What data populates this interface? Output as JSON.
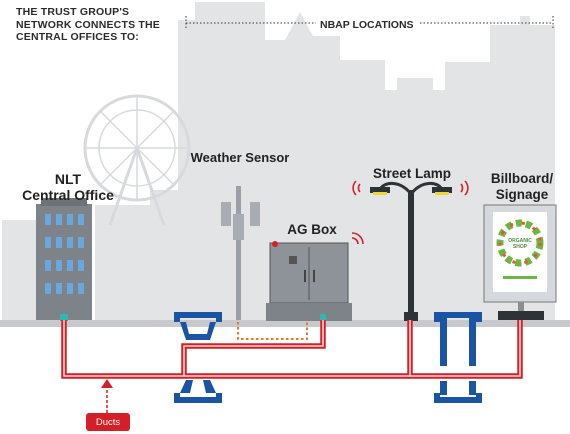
{
  "intro": {
    "line1": "THE TRUST GROUP'S",
    "line2": "NETWORK CONNECTS THE",
    "line3": "CENTRAL OFFICES TO:"
  },
  "nbap_label": "NBAP LOCATIONS",
  "nodes": {
    "central_office": {
      "line1": "NLT",
      "line2": "Central Office"
    },
    "weather_sensor": "Weather Sensor",
    "ag_box": "AG Box",
    "street_lamp": "Street Lamp",
    "billboard": {
      "line1": "Billboard/",
      "line2": "Signage"
    }
  },
  "billboard_poster": {
    "line1": "ORGANIC",
    "line2": "SHOP"
  },
  "ducts_label": "Ducts",
  "colors": {
    "skyline": "#e3e4e6",
    "ground": "#c7c9cc",
    "ducts": "#d51f26",
    "connectors": "#1a55a5",
    "sensor_link": "#e8762c"
  }
}
